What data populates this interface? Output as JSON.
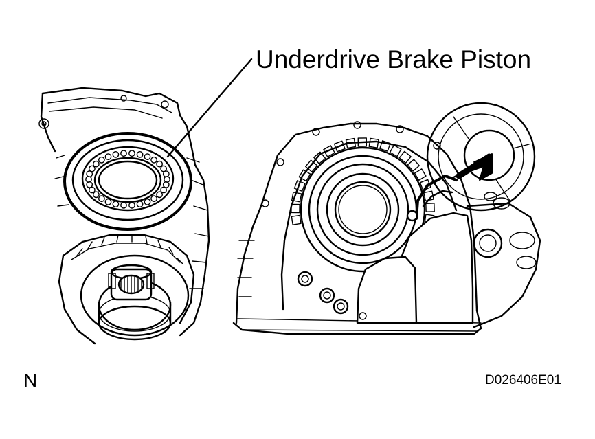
{
  "diagram": {
    "callout_label": "Underdrive Brake Piston",
    "corner_letter": "N",
    "figure_id": "D026406E01",
    "line_color": "#000000",
    "background_color": "#ffffff"
  }
}
